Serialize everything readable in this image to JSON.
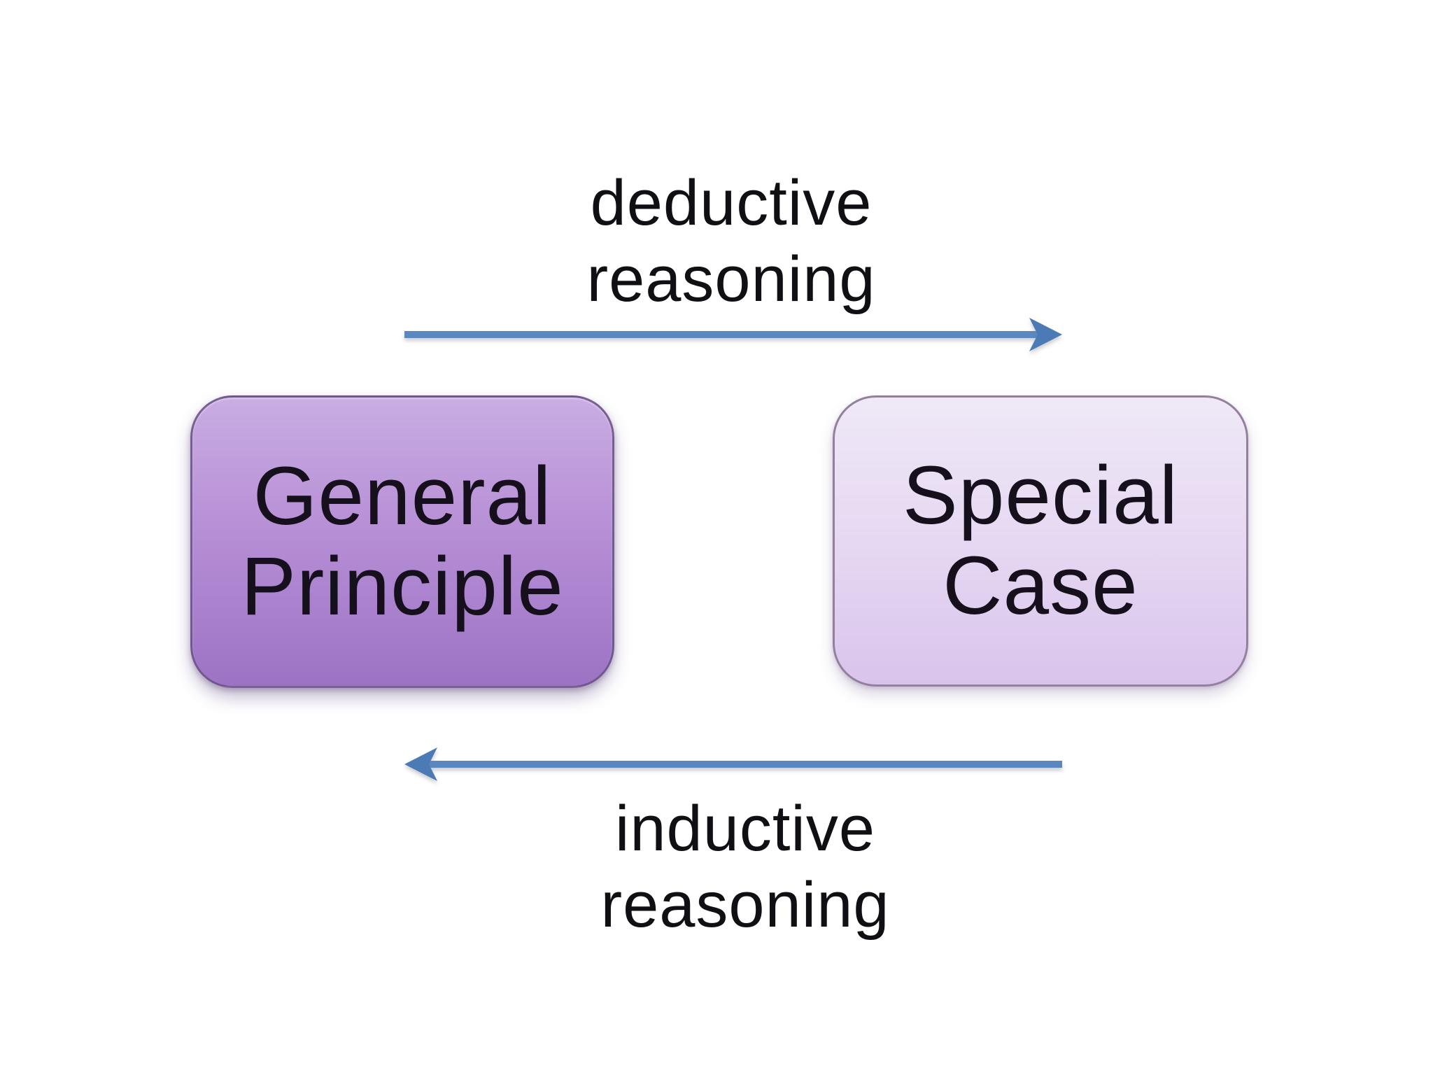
{
  "background_color": "#ffffff",
  "arrows": {
    "line_color": "#5b87c1",
    "head_color": "#4c7ab5",
    "top": {
      "direction": "right",
      "label_line1": "deductive",
      "label_line2": "reasoning"
    },
    "bottom": {
      "direction": "left",
      "label_line1": "inductive",
      "label_line2": "reasoning"
    }
  },
  "nodes": {
    "general": {
      "line1": "General",
      "line2": "Principle",
      "fill_top": "#c9ade2",
      "fill_bottom": "#9c73c4",
      "border_color": "#6a5286",
      "text_color": "#15101c"
    },
    "special": {
      "line1": "Special",
      "line2": "Case",
      "fill_top": "#efe9f7",
      "fill_bottom": "#d9c4ec",
      "border_color": "#93809f",
      "text_color": "#15101c"
    }
  }
}
